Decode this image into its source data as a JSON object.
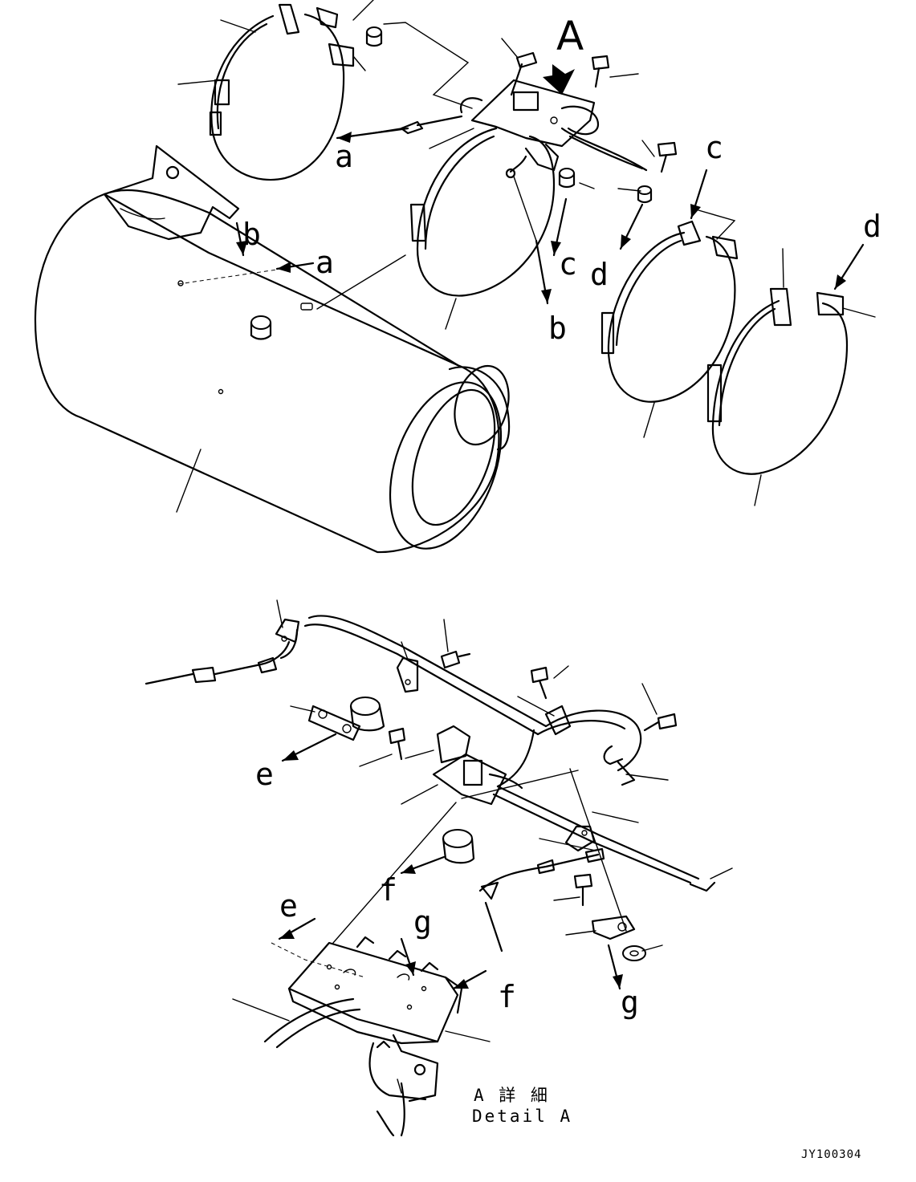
{
  "diagram": {
    "labels": {
      "view_marker": "A",
      "a": "a",
      "b": "b",
      "c": "c",
      "d": "d",
      "e": "e",
      "f": "f",
      "g": "g"
    },
    "caption_jp": "A 詳 細",
    "caption_en": "Detail A",
    "drawing_code": "JY100304"
  }
}
